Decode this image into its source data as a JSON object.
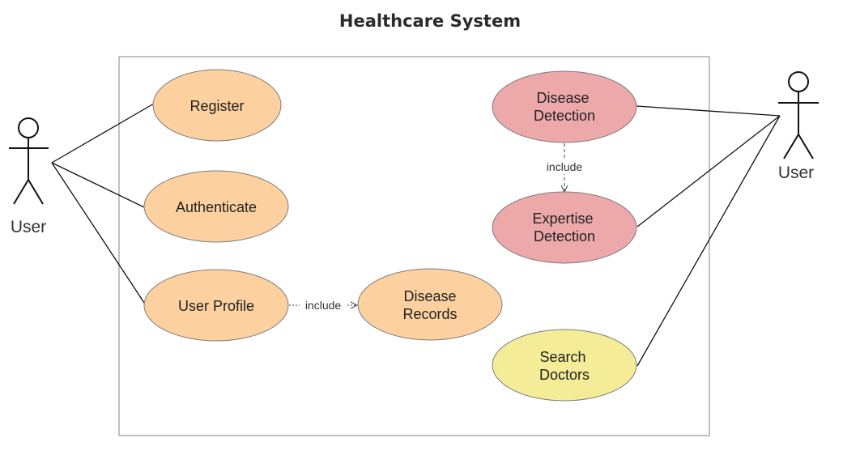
{
  "title": "Healthcare System",
  "colors": {
    "orange_usecase": "#fdd09f",
    "red_usecase": "#eda8aa",
    "yellow_usecase": "#f5ec98",
    "usecase_stroke": "#7d7d7d",
    "boundary_stroke": "#9a9a9a",
    "line": "#111111"
  },
  "actors": {
    "left": {
      "label": "User"
    },
    "right": {
      "label": "User"
    }
  },
  "use_cases": {
    "register": {
      "lines": [
        "Register"
      ]
    },
    "authenticate": {
      "lines": [
        "Authenticate"
      ]
    },
    "user_profile": {
      "lines": [
        "User Profile"
      ]
    },
    "disease_records": {
      "lines": [
        "Disease",
        "Records"
      ]
    },
    "disease_detection": {
      "lines": [
        "Disease",
        "Detection"
      ]
    },
    "expertise_detection": {
      "lines": [
        "Expertise",
        "Detection"
      ]
    },
    "search_doctors": {
      "lines": [
        "Search",
        "Doctors"
      ]
    }
  },
  "relations": {
    "profile_include": {
      "label": "include",
      "from": "User Profile",
      "to": "Disease Records"
    },
    "detection_include": {
      "label": "include",
      "from": "Disease Detection",
      "to": "Expertise Detection"
    }
  }
}
